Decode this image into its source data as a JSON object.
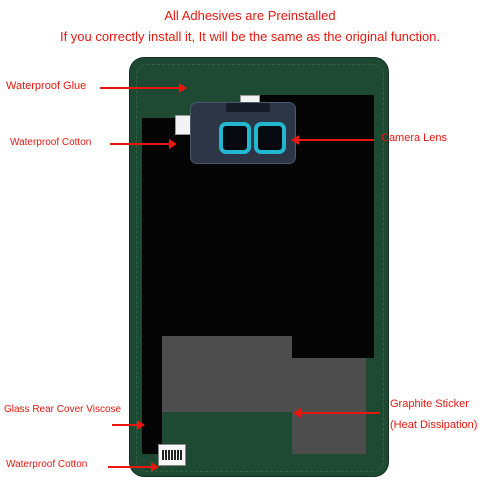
{
  "header": {
    "line1": "All Adhesives are Preinstalled",
    "line2": "If you correctly install it, It will be the same as the original function."
  },
  "labels": {
    "waterproof_glue": "Waterproof Glue",
    "waterproof_cotton_top": "Waterproof Cotton",
    "camera_lens": "Camera Lens",
    "glass_rear_cover_viscose": "Glass Rear Cover Viscose",
    "graphite_sticker": "Graphite Sticker",
    "heat_dissipation": "(Heat Dissipation)",
    "waterproof_cotton_bottom": "Waterproof Cotton"
  },
  "colors": {
    "accent_red": "#e8170f",
    "adhesive_green": "#1e4a33",
    "lens_ring": "#22b6cf",
    "graphite_gray": "#4d4d4d"
  }
}
